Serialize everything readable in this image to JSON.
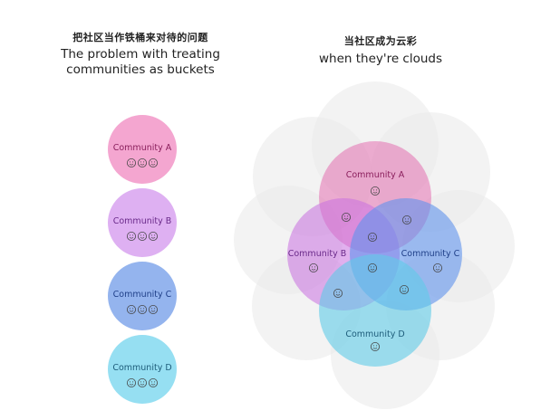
{
  "left_caption": {
    "zh": "把社区当作铁桶来对待的问题",
    "en_line1": "The problem with treating",
    "en_line2": "communities as buckets"
  },
  "right_caption": {
    "zh": "当社区成为云彩",
    "en": "when they're clouds"
  },
  "communities": [
    {
      "label": "Community A",
      "fill": "#f4a6d0",
      "text": "#8a1f5c"
    },
    {
      "label": "Community B",
      "fill": "#deb0f2",
      "text": "#6a2a8a"
    },
    {
      "label": "Community C",
      "fill": "#94b4ee",
      "text": "#1f3f88"
    },
    {
      "label": "Community D",
      "fill": "#96dff2",
      "text": "#1d5c7a"
    }
  ],
  "icons": {
    "face": "smiley-icon"
  },
  "colors": {
    "cloud": "#ebebeb",
    "venn_a": "#e46fb0",
    "venn_b": "#c86fe0",
    "venn_c": "#5f93ec",
    "venn_d": "#5fcbe8"
  }
}
